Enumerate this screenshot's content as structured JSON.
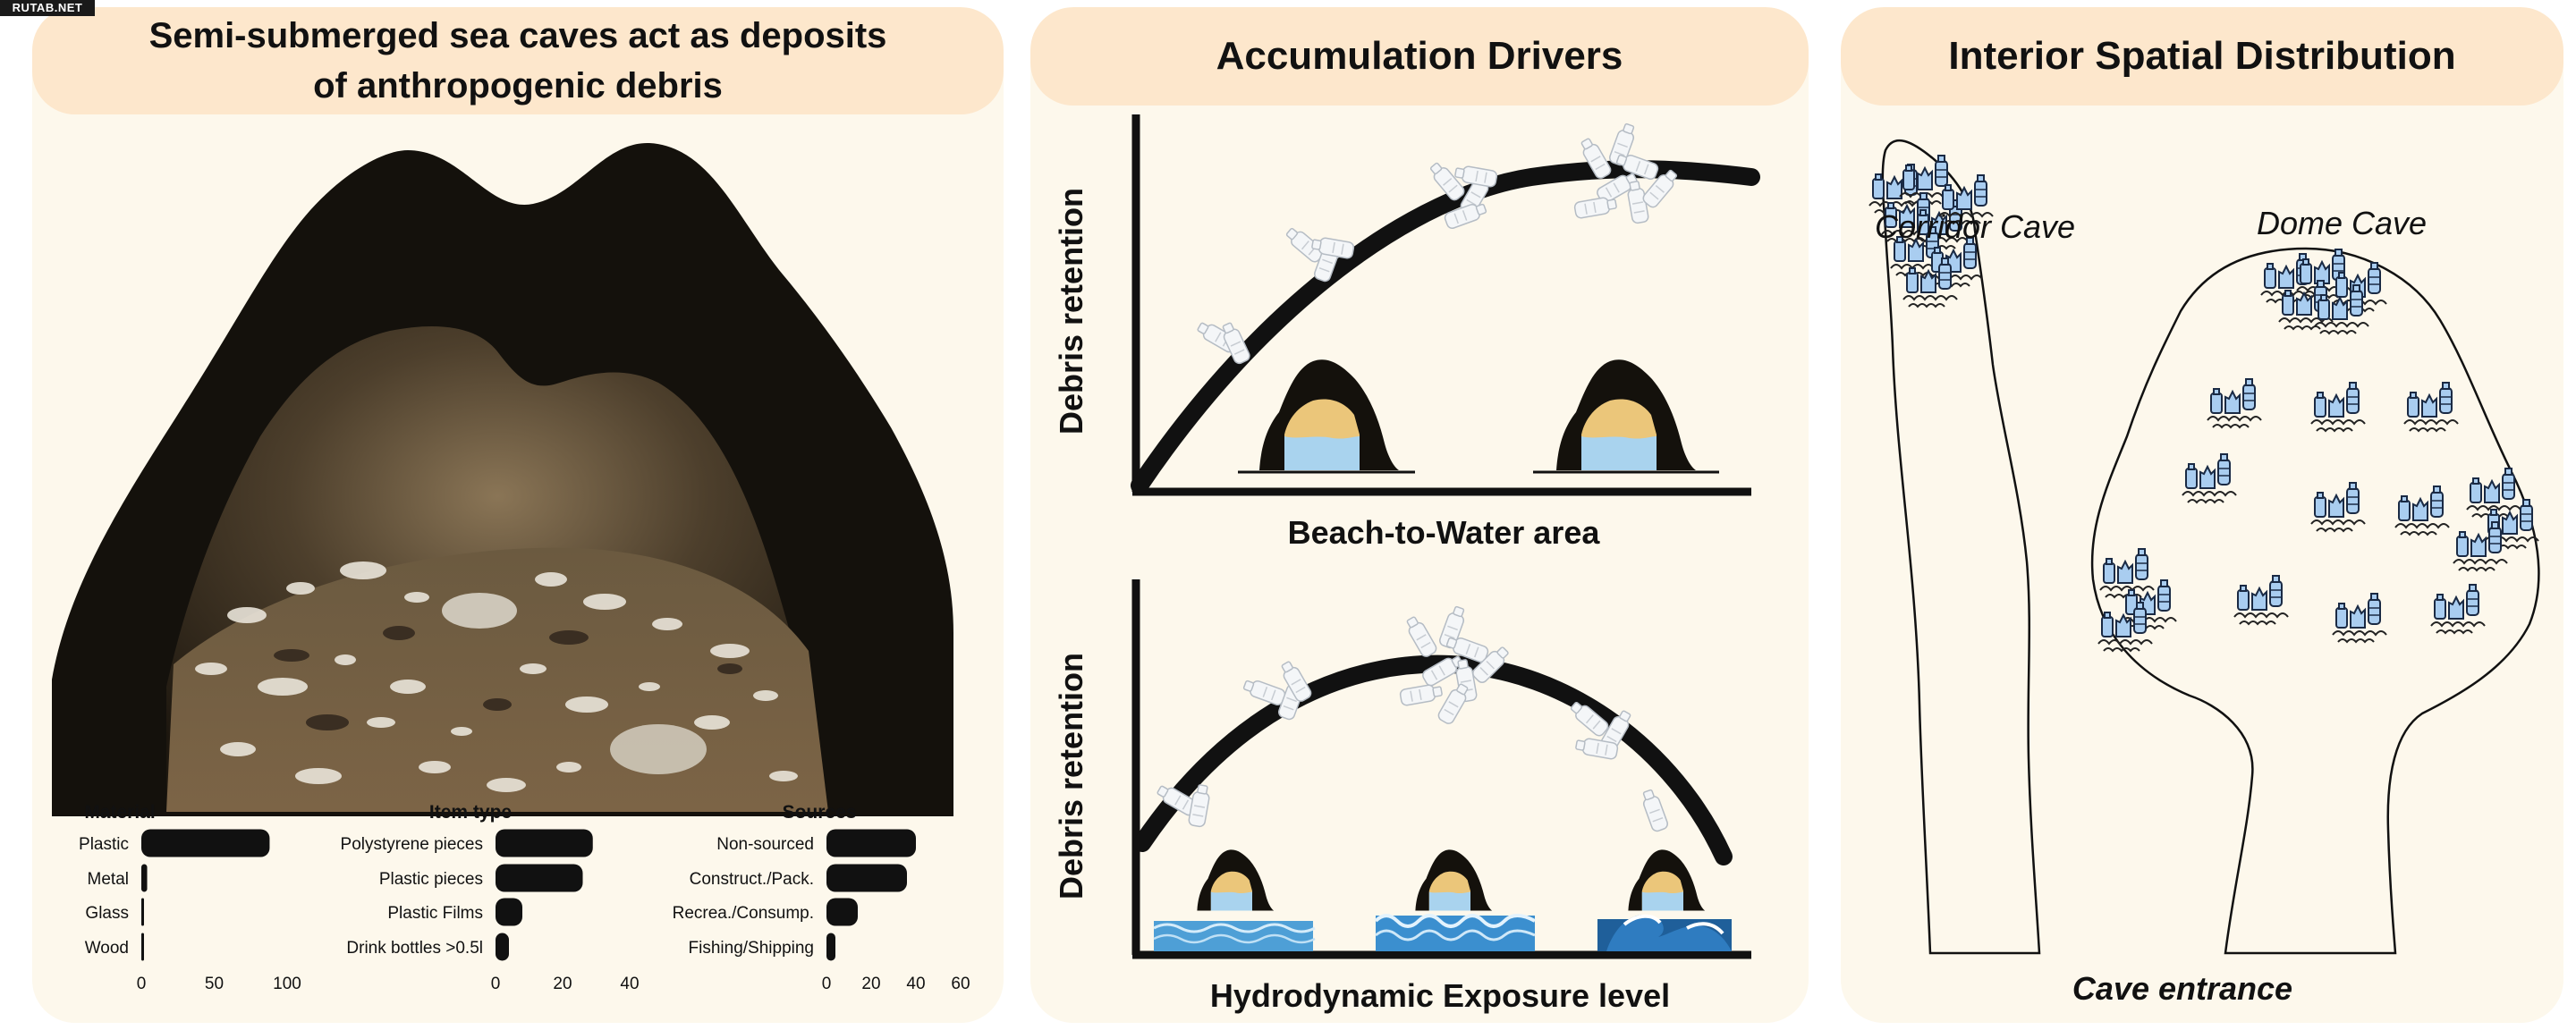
{
  "watermark": "RUTAB.NET",
  "panel_a": {
    "title_line1": "Semi-submerged sea caves act as deposits",
    "title_line2": "of anthropogenic debris"
  },
  "panel_b": {
    "title": "Accumulation Drivers",
    "top_plot": {
      "ylabel": "Debris retention",
      "xlabel": "Beach-to-Water area"
    },
    "bottom_plot": {
      "ylabel": "Debris retention",
      "xlabel": "Hydrodynamic Exposure level"
    }
  },
  "panel_c": {
    "title": "Interior Spatial Distribution",
    "corridor_label": "Corridor Cave",
    "dome_label": "Dome Cave",
    "entrance_label": "Cave entrance"
  },
  "colors": {
    "header_fill": "#fde7cc",
    "panel_fill": "#fdf8ec",
    "cave_rock": "#14110c",
    "bar_fill": "#111111",
    "bottle_fill": "#a9cdf0",
    "water_fill": "#a9d3ee",
    "sand_fill": "#ebc67a"
  },
  "icons": [
    "plastic-bottle-icon",
    "debris-pile-icon",
    "cave-icon",
    "wave-icon"
  ],
  "chart_data": [
    {
      "type": "bar",
      "orientation": "horizontal",
      "title": "Material",
      "categories": [
        "Plastic",
        "Metal",
        "Glass",
        "Wood"
      ],
      "values": [
        88,
        4,
        1.5,
        1
      ],
      "xlim": [
        0,
        100
      ],
      "xticks": [
        0,
        50,
        100
      ]
    },
    {
      "type": "bar",
      "orientation": "horizontal",
      "title": "Item type",
      "categories": [
        "Polystyrene pieces",
        "Plastic pieces",
        "Plastic Films",
        "Drink bottles >0.5l"
      ],
      "values": [
        29,
        26,
        8,
        4
      ],
      "xlim": [
        0,
        40
      ],
      "xticks": [
        0,
        20,
        40
      ]
    },
    {
      "type": "bar",
      "orientation": "horizontal",
      "title": "Sources",
      "categories": [
        "Non-sourced",
        "Construct./Pack.",
        "Recrea./Consump.",
        "Fishing/Shipping"
      ],
      "values": [
        40,
        36,
        14,
        4
      ],
      "xlim": [
        0,
        60
      ],
      "xticks": [
        0,
        20,
        40,
        60
      ]
    }
  ]
}
